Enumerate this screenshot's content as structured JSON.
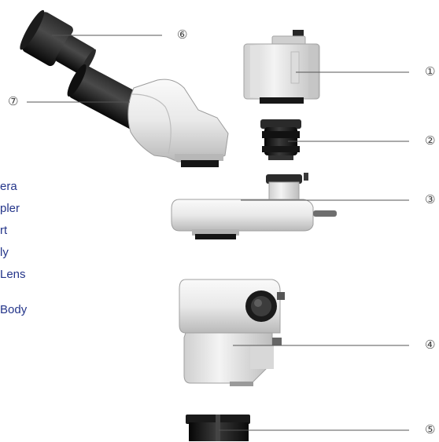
{
  "diagram": {
    "legend": [
      {
        "text": "era"
      },
      {
        "text": "pler"
      },
      {
        "text": "rt"
      },
      {
        "text": "ly"
      },
      {
        "text": "Lens"
      },
      {
        "text": "Body"
      }
    ],
    "callouts": [
      {
        "id": "1",
        "label": "①"
      },
      {
        "id": "2",
        "label": "②"
      },
      {
        "id": "3",
        "label": "③"
      },
      {
        "id": "4",
        "label": "④"
      },
      {
        "id": "5",
        "label": "⑤"
      },
      {
        "id": "6",
        "label": "⑥"
      },
      {
        "id": "7",
        "label": "⑦"
      }
    ],
    "colors": {
      "legend_text": "#24358a",
      "callout_text": "#444444",
      "leader_line": "#555555",
      "housing_light": "#f2f2f2",
      "housing_mid": "#d4d4d4",
      "housing_dark": "#a9a9a9",
      "optic_black": "#141414"
    }
  }
}
